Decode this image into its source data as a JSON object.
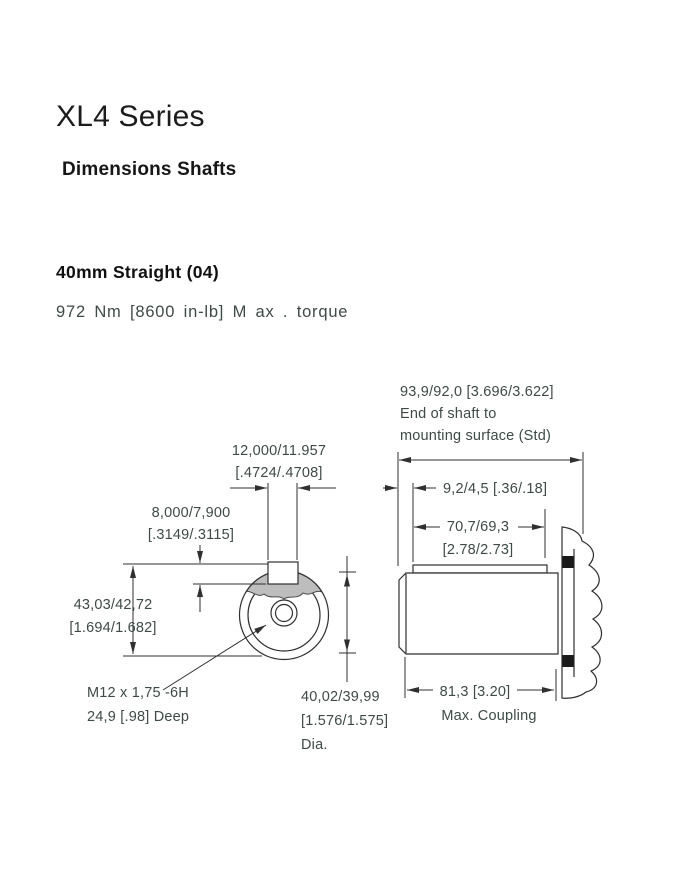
{
  "header": {
    "title": "XL4 Series",
    "subtitle": "Dimensions Shafts"
  },
  "section": {
    "heading": "40mm Straight (04)",
    "torque": "972 Nm [8600 in-lb] M ax . torque"
  },
  "diagram": {
    "colors": {
      "line": "#2f2f2f",
      "dim_text": "#3e4a45",
      "key_fill": "#bdbdbd",
      "seal_fill": "#1a1a1a"
    },
    "end_of_shaft": {
      "value": "93,9/92,0 [3.696/3.622]",
      "label1": "End of shaft to",
      "label2": "mounting surface (Std)"
    },
    "keyway_offset": {
      "value": "9,2/4,5 [.36/.18]"
    },
    "keyway_length": {
      "value": "70,7/69,3",
      "inches": "[2.78/2.73]"
    },
    "key_width": {
      "value": "12,000/11.957",
      "inches": "[.4724/.4708]"
    },
    "key_height": {
      "value": "8,000/7,900",
      "inches": "[.3149/.3115]"
    },
    "over_key": {
      "value": "43,03/42,72",
      "inches": "[1.694/1.682]"
    },
    "thread": {
      "line1": "M12 x 1,75 -6H",
      "line2": "24,9 [.98] Deep"
    },
    "shaft_dia": {
      "value": "40,02/39,99",
      "inches": "[1.576/1.575]",
      "suffix": "Dia."
    },
    "max_coupling": {
      "value": "81,3 [3.20]",
      "label": "Max. Coupling"
    }
  }
}
